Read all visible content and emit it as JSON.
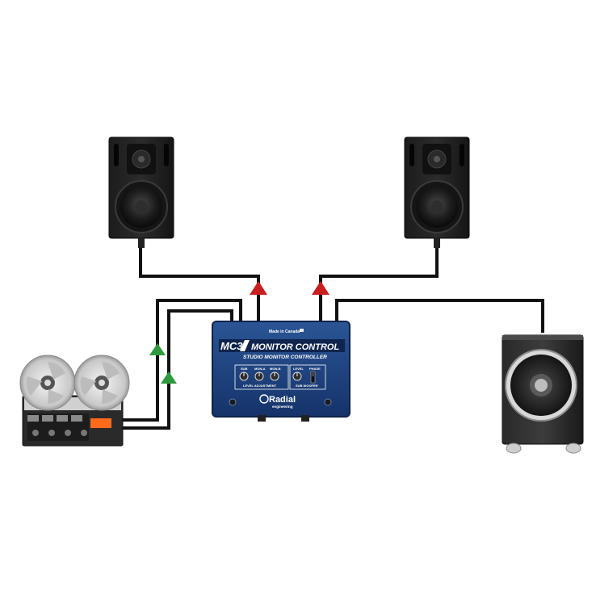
{
  "device": {
    "model": "MC3",
    "title": "MONITOR CONTROL",
    "subtitle": "STUDIO MONITOR CONTROLLER",
    "made_in": "Made in Canada",
    "knobs": [
      "SUB",
      "MON-A",
      "MON-B",
      "LEVEL"
    ],
    "phase_label": "PHASE",
    "level_adjustment_label": "LEVEL ADJUSTMENT",
    "sub_woofer_label": "SUB WOOFER",
    "brand": "Radial",
    "brand_sub": "engineering"
  },
  "colors": {
    "cable": "#111111",
    "input_arrow": "#2e9a3c",
    "output_arrow": "#c81e1e",
    "device_blue": "#1c3f78",
    "tape_display": "#ff6a1a"
  },
  "icons": {
    "left_speaker": "studio-monitor-speaker-icon",
    "right_speaker": "studio-monitor-speaker-icon",
    "subwoofer": "subwoofer-icon",
    "tape_machine": "reel-to-reel-tape-recorder-icon"
  }
}
